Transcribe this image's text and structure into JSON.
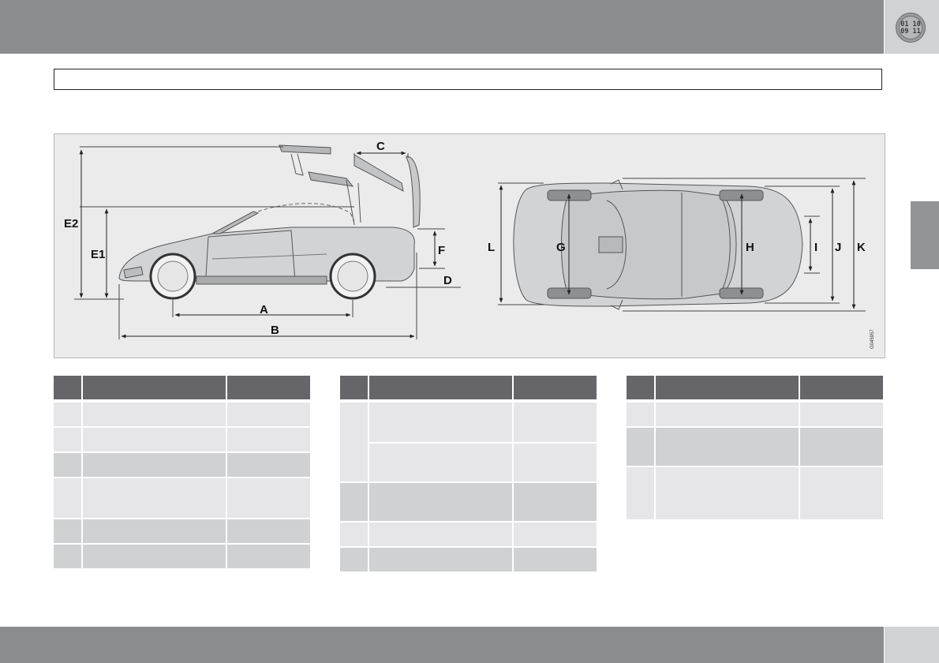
{
  "header": {
    "chapter_badge": "01 10\n09 11"
  },
  "figure": {
    "labels": {
      "A": "A",
      "B": "B",
      "C": "C",
      "D": "D",
      "E1": "E1",
      "E2": "E2",
      "F": "F",
      "G": "G",
      "H": "H",
      "I": "I",
      "J": "J",
      "K": "K",
      "L": "L"
    },
    "image_code": "G045957"
  },
  "tables": {
    "left_rows": 6,
    "middle_rows": 5,
    "right_rows": 3
  },
  "colors": {
    "header_bar": "#8b8c8e",
    "table_header": "#66666a",
    "row_light": "#e6e6e8",
    "row_dark": "#d0d1d3",
    "figure_bg": "#ebebeb"
  }
}
